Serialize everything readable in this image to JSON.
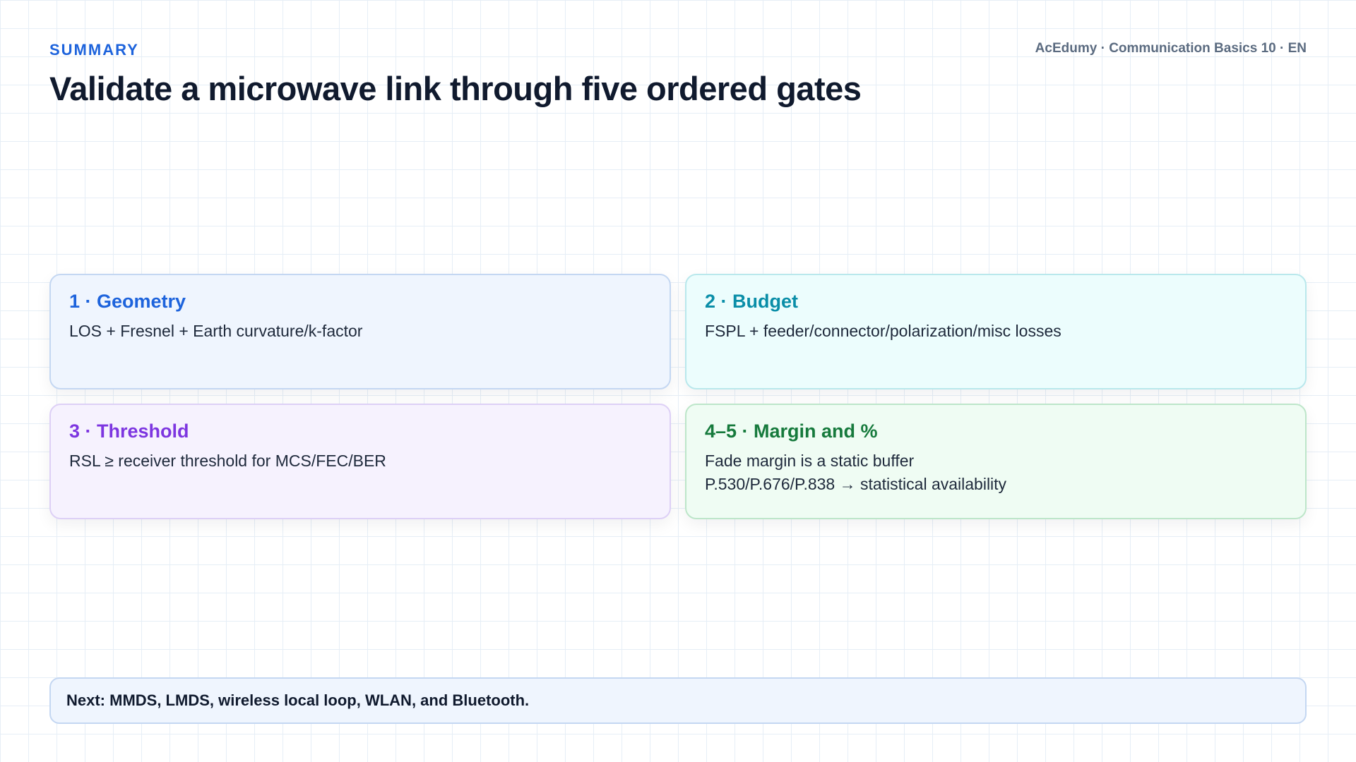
{
  "header": {
    "eyebrow": "SUMMARY",
    "meta": "AcEdumy · Communication Basics 10 · EN",
    "title": "Validate a microwave link through five ordered gates"
  },
  "cards": [
    {
      "title": "1 · Geometry",
      "lines": [
        "LOS + Fresnel + Earth curvature/k-factor"
      ],
      "accent": "#1d63dc"
    },
    {
      "title": "2 · Budget",
      "lines": [
        "FSPL + feeder/connector/polarization/misc losses"
      ],
      "accent": "#0a8ea8"
    },
    {
      "title": "3 · Threshold",
      "lines": [
        "RSL ≥ receiver threshold for MCS/FEC/BER"
      ],
      "accent": "#7d36e0"
    },
    {
      "title": "4–5 · Margin and %",
      "lines": [
        "Fade margin is a static buffer",
        "P.530/P.676/P.838 → statistical availability"
      ],
      "accent": "#167a3c"
    }
  ],
  "footer": {
    "text": "Next: MMDS, LMDS, wireless local loop, WLAN, and Bluetooth."
  }
}
